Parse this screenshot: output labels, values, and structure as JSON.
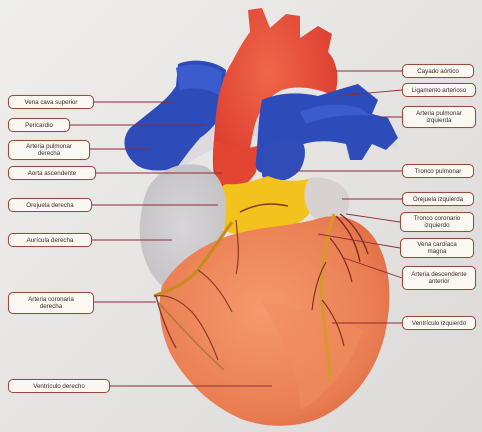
{
  "labels": {
    "vena_cava_superior": "Vena cava superior",
    "pericardio": "Pericardio",
    "arteria_pulmonar_derecha": "Arteria pulmonar\nderecha",
    "aorta_ascendente": "Aorta ascendente",
    "orejuela_derecha": "Orejuela derecha",
    "auricula_derecha": "Aurícula derecha",
    "arteria_coronaria_derecha": "Arteria coronaria\nderecha",
    "ventriculo_derecho": "Ventrículo derecho",
    "cayado_aortico": "Cayado aórtico",
    "ligamento_arterioso": "Ligamento arterioso",
    "arteria_pulmonar_izquierda": "Arteria pulmonar\nizquierda",
    "tronco_pulmonar": "Tronco pulmonar",
    "orejuela_izquierda": "Orejuela izquierda",
    "tronco_coronario_izquierdo": "Tronco coronario\nizquierdo",
    "vena_cardiaca_magna": "Vena cardíaca\nmagna",
    "arteria_descendente_anterior": "Arteria descendente\nanterior",
    "ventriculo_izquierdo": "Ventrículo izquierdo"
  },
  "colors": {
    "aorta": "#e5462f",
    "vena_cava": "#2c49b8",
    "ventricle": "#ec8358",
    "fat": "#f4c21c",
    "pericardium": "#d9d6dc",
    "label_border": "#9a4a3c",
    "leader_line": "#8a2b3a"
  }
}
